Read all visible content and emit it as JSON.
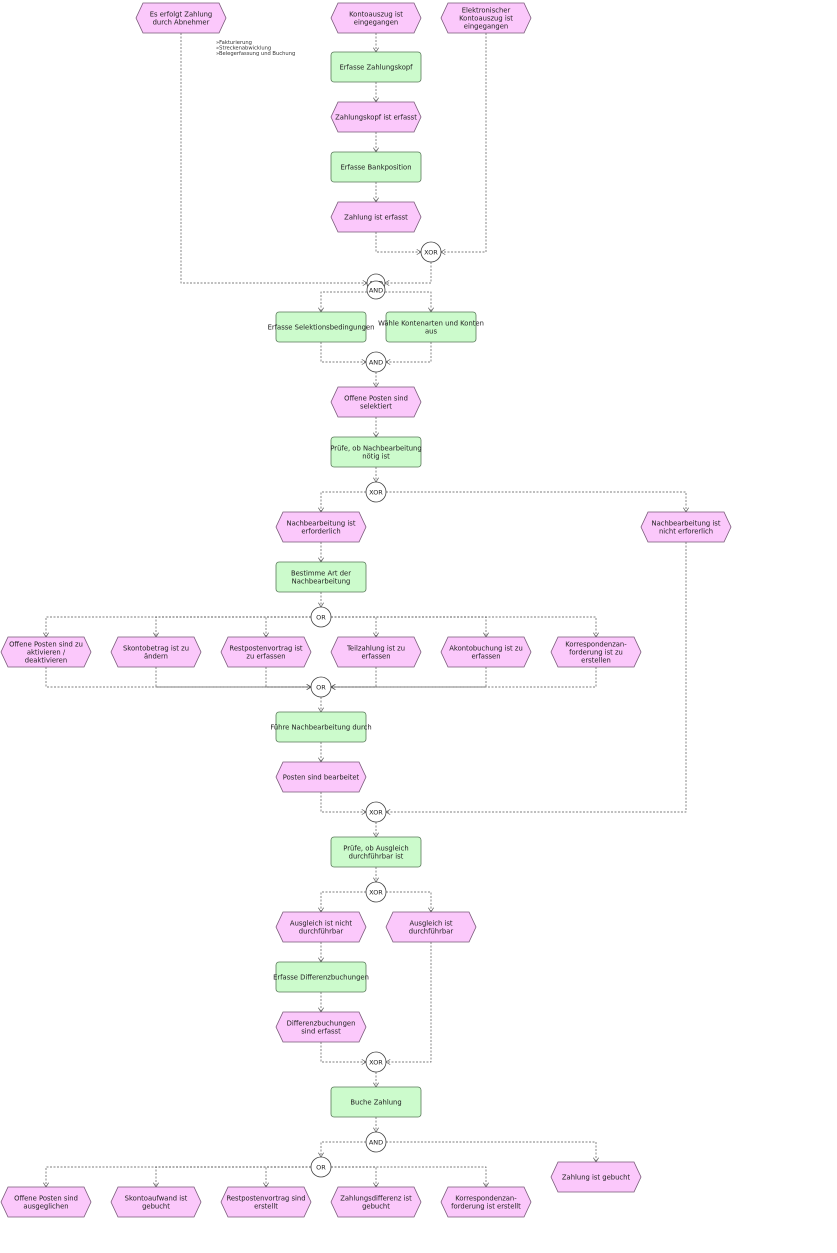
{
  "events": {
    "e_zahlung_abnehmer": [
      "Es erfolgt Zahlung",
      "durch Abnehmer"
    ],
    "e_kontoauszug": [
      "Kontoauszug ist",
      "eingegangen"
    ],
    "e_elektronisch": [
      "Elektronischer",
      "Kontoauszug ist",
      "eingegangen"
    ],
    "e_zahlungskopf": [
      "Zahlungskopf ist erfasst"
    ],
    "e_zahlung_erfasst": [
      "Zahlung ist erfasst"
    ],
    "e_offene_selektiert": [
      "Offene Posten sind",
      "selektiert"
    ],
    "e_nach_erforderlich": [
      "Nachbearbeitung ist",
      "erforderlich"
    ],
    "e_nach_nicht": [
      "Nachbearbeitung ist",
      "nicht erforerlich"
    ],
    "e_aktivieren": [
      "Offene Posten sind zu",
      "aktivieren /",
      "deaktivieren"
    ],
    "e_skontobetrag": [
      "Skontobetrag ist zu",
      "ändern"
    ],
    "e_restposten_erfassen": [
      "Restpostenvortrag ist",
      "zu erfassen"
    ],
    "e_teilzahlung": [
      "Teilzahlung ist zu",
      "erfassen"
    ],
    "e_akonto": [
      "Akontobuchung ist zu",
      "erfassen"
    ],
    "e_korrespondenz_erstellen": [
      "Korrespondenzan-",
      "forderung ist zu",
      "erstellen"
    ],
    "e_posten_bearbeitet": [
      "Posten sind bearbeitet"
    ],
    "e_ausgleich_nicht": [
      "Ausgleich ist nicht",
      "durchführbar"
    ],
    "e_ausgleich": [
      "Ausgleich ist",
      "durchführbar"
    ],
    "e_diffbuchungen": [
      "Differenzbuchungen",
      "sind erfasst"
    ],
    "e_offene_ausgeglichen": [
      "Offene Posten sind",
      "ausgeglichen"
    ],
    "e_skontoaufwand": [
      "Skontoaufwand ist",
      "gebucht"
    ],
    "e_restposten_erstellt": [
      "Restpostenvortrag sind",
      "erstellt"
    ],
    "e_zahlungsdifferenz": [
      "Zahlungsdifferenz ist",
      "gebucht"
    ],
    "e_korrespondenz_erstellt": [
      "Korrespondenzan-",
      "forderung ist erstellt"
    ],
    "e_zahlung_gebucht": [
      "Zahlung ist gebucht"
    ]
  },
  "functions": {
    "f_zahlungskopf": [
      "Erfasse Zahlungskopf"
    ],
    "f_bankposition": [
      "Erfasse Bankposition"
    ],
    "f_selektion": [
      "Erfasse Selektionsbedingungen"
    ],
    "f_kontenarten": [
      "Wähle Kontenarten und Konten",
      "aus"
    ],
    "f_pruefe_nach": [
      "Prüfe, ob Nachbearbeitung",
      "nötig ist"
    ],
    "f_bestimme": [
      "Bestimme Art der",
      "Nachbearbeitung"
    ],
    "f_fuehre": [
      "Führe Nachbearbeitung durch"
    ],
    "f_pruefe_ausgleich": [
      "Prüfe, ob Ausgleich",
      "durchführbar ist"
    ],
    "f_differenz": [
      "Erfasse Differenzbuchungen"
    ],
    "f_buche": [
      "Buche Zahlung"
    ]
  },
  "connectors": {
    "c_xor1": "XOR",
    "c_and_a": "AND",
    "c_and_b": "AND",
    "c_and2": "AND",
    "c_xor2": "XOR",
    "c_or1": "OR",
    "c_or2": "OR",
    "c_xor3": "XOR",
    "c_xor4": "XOR",
    "c_xor5": "XOR",
    "c_and3": "AND",
    "c_or3": "OR"
  },
  "note": [
    "»Fakturierung",
    "»Streckenabwicklung",
    "»Belegerfassung und Buchung"
  ],
  "colors": {
    "event_fill": "#fbc8fb",
    "function_fill": "#ccfbcc",
    "connector_fill": "#ffffff",
    "line": "#555555"
  }
}
